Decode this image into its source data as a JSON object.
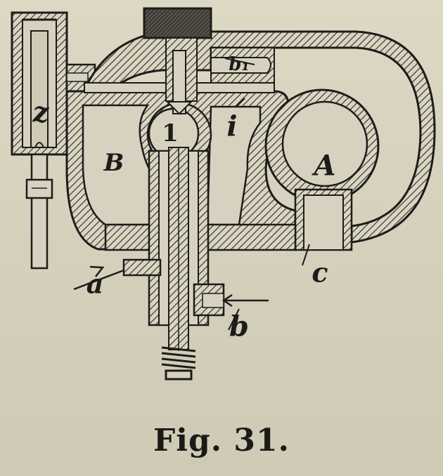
{
  "figure": {
    "caption": "Fig. 31.",
    "labels": {
      "z": "z",
      "b_upper": "B",
      "one": "1",
      "i": "i",
      "b1": "b₁",
      "a_upper": "A",
      "c": "c",
      "a": "a",
      "b": "b"
    }
  },
  "colors": {
    "paper": "#d6d2bf",
    "ink": "#1e1c1a",
    "hatch": "#2a2724"
  }
}
